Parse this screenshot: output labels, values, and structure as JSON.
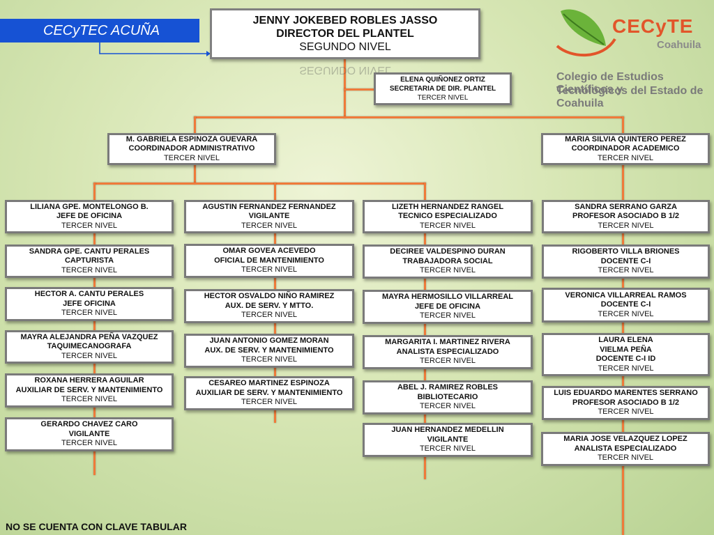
{
  "banner": "CECyTEC ACUÑA",
  "logo": {
    "name": "CECyTE",
    "sub": "Coahuila",
    "line1": "Colegio de Estudios Científicos y",
    "line2": "Tecnológicos del Estado de Coahuila"
  },
  "footer": "NO SE CUENTA CON CLAVE TABULAR",
  "director": {
    "name": "JENNY JOKEBED ROBLES JASSO",
    "role": "DIRECTOR DEL PLANTEL",
    "level": "SEGUNDO NIVEL"
  },
  "secretary": {
    "name": "ELENA QUIÑONEZ ORTIZ",
    "role": "SECRETARIA DE DIR. PLANTEL",
    "level": "TERCER NIVEL"
  },
  "coord_admin": {
    "name": "M. GABRIELA ESPINOZA GUEVARA",
    "role": "COORDINADOR ADMINISTRATIVO",
    "level": "TERCER NIVEL"
  },
  "coord_acad": {
    "name": "MARIA SILVIA QUINTERO PEREZ",
    "role": "COORDINADOR ACADEMICO",
    "level": "TERCER NIVEL"
  },
  "col1": [
    {
      "name": "LILIANA GPE. MONTELONGO B.",
      "role": "JEFE DE OFICINA",
      "level": "TERCER NIVEL"
    },
    {
      "name": "SANDRA GPE. CANTU PERALES",
      "role": "CAPTURISTA",
      "level": "TERCER NIVEL"
    },
    {
      "name": "HECTOR A. CANTU PERALES",
      "role": "JEFE OFICINA",
      "level": "TERCER NIVEL"
    },
    {
      "name": "MAYRA ALEJANDRA PEÑA VAZQUEZ",
      "role": "TAQUIMECANOGRAFA",
      "level": "TERCER NIVEL"
    },
    {
      "name": "ROXANA HERRERA AGUILAR",
      "role": "AUXILIAR DE SERV. Y MANTENIMIENTO",
      "level": "TERCER NIVEL"
    },
    {
      "name": "GERARDO CHAVEZ CARO",
      "role": "VIGILANTE",
      "level": "TERCER NIVEL"
    }
  ],
  "col2": [
    {
      "name": "AGUSTIN FERNANDEZ FERNANDEZ",
      "role": "VIGILANTE",
      "level": "TERCER NIVEL"
    },
    {
      "name": "OMAR GOVEA ACEVEDO",
      "role": "OFICIAL DE  MANTENIMIENTO",
      "level": "TERCER NIVEL"
    },
    {
      "name": "HECTOR OSVALDO NIÑO RAMIREZ",
      "role": "AUX. DE SERV. Y MTTO.",
      "level": "TERCER NIVEL"
    },
    {
      "name": "JUAN ANTONIO GOMEZ MORAN",
      "role": "AUX. DE SERV. Y MANTENIMIENTO",
      "level": "TERCER NIVEL"
    },
    {
      "name": "CESAREO MARTINEZ ESPINOZA",
      "role": "AUXILIAR DE SERV. Y MANTENIMIENTO",
      "level": "TERCER NIVEL"
    }
  ],
  "col3": [
    {
      "name": "LIZETH HERNANDEZ RANGEL",
      "role": "TECNICO ESPECIALIZADO",
      "level": "TERCER NIVEL"
    },
    {
      "name": "DECIREE VALDESPINO DURAN",
      "role": "TRABAJADORA SOCIAL",
      "level": "TERCER NIVEL"
    },
    {
      "name": "MAYRA  HERMOSILLO VILLARREAL",
      "role": "JEFE DE OFICINA",
      "level": "TERCER NIVEL"
    },
    {
      "name": "MARGARITA I. MARTINEZ RIVERA",
      "role": "ANALISTA ESPECIALIZADO",
      "level": "TERCER NIVEL"
    },
    {
      "name": "ABEL J. RAMIREZ ROBLES",
      "role": "BIBLIOTECARIO",
      "level": "TERCER NIVEL"
    },
    {
      "name": "JUAN HERNANDEZ MEDELLIN",
      "role": "VIGILANTE",
      "level": "TERCER NIVEL"
    }
  ],
  "col4": [
    {
      "name": "SANDRA SERRANO GARZA",
      "role": "PROFESOR ASOCIADO B 1/2",
      "level": "TERCER NIVEL"
    },
    {
      "name": "RIGOBERTO VILLA BRIONES",
      "role": "DOCENTE C-I",
      "level": "TERCER NIVEL"
    },
    {
      "name": "VERONICA  VILLARREAL RAMOS",
      "role": "DOCENTE C-I",
      "level": "TERCER NIVEL"
    },
    {
      "name": "LAURA ELENA",
      "name2": "VIELMA PEÑA",
      "role": "DOCENTE C-I ID",
      "level": "TERCER NIVEL"
    },
    {
      "name": "LUIS EDUARDO MARENTES SERRANO",
      "role": "PROFESOR ASOCIADO B 1/2",
      "level": "TERCER NIVEL"
    },
    {
      "name": "MARIA JOSE VELAZQUEZ LOPEZ",
      "role": "ANALISTA ESPECIALIZADO",
      "level": "TERCER NIVEL"
    }
  ]
}
